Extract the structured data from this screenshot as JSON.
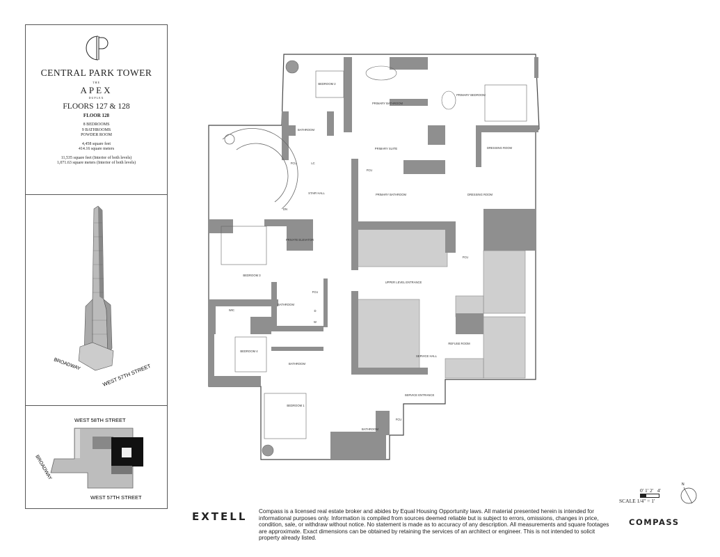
{
  "header": {
    "building": "CENTRAL PARK TOWER",
    "the": "THE",
    "apex": "APEX",
    "duplex": "DUPLEX",
    "floors": "FLOORS 127 & 128",
    "floor": "FLOOR 128",
    "bedrooms": "8 BEDROOMS",
    "bathrooms": "9 BATHROOMS",
    "powder": "POWDER ROOM",
    "sqft": "4,458 square feet",
    "sqm": "414.16 square meters",
    "total_sqft": "11,535 square feet (Interior of both levels)",
    "total_sqm": "1,071.63 square meters (Interior of both levels)",
    "logo": "CP"
  },
  "tower_labels": {
    "broadway": "BROADWAY",
    "street": "WEST 57TH STREET"
  },
  "site_plan": {
    "north": "WEST 58TH STREET",
    "south": "WEST 57TH STREET",
    "west": "BROADWAY"
  },
  "rooms": {
    "bedroom2": "BEDROOM 2",
    "primary_bath_top": "PRIMARY BATHROOM",
    "primary_bedroom": "PRIMARY BEDROOM",
    "bath_left": "BATHROOM",
    "primary_suite": "PRIMARY SUITE",
    "dressing_upper": "DRESSING ROOM",
    "fcu1": "FCU",
    "lc": "LC",
    "fcu2": "FCU",
    "stair_hall": "STAIR HALL",
    "dn": "DN",
    "primary_bath_lower": "PRIMARY BATHROOM",
    "dressing_lower": "DRESSING ROOM",
    "private_elevator": "PRIVATE ELEVATOR",
    "fcu3": "FCU",
    "bedroom3": "BEDROOM 3",
    "upper_entrance": "UPPER LEVEL ENTRANCE",
    "fcu4": "FCU",
    "bath3": "BATHROOM",
    "d": "D",
    "w": "W",
    "wic": "WIC",
    "refuse": "REFUSE ROOM",
    "bedroom4": "BEDROOM 4",
    "service_hall": "SERVICE HALL",
    "bath4": "BATHROOM",
    "bedroom1": "BEDROOM 1",
    "service_entrance": "SERVICE ENTRANCE",
    "bath1": "BATHROOM",
    "fcu5": "FCU"
  },
  "scale": {
    "ticks": "0' 1' 2'   4'",
    "label": "SCALE 1/4\" = 1'",
    "north": "N"
  },
  "footer": {
    "extell": "EXTELL",
    "compass": "COMPASS",
    "disclaimer": "Compass is a licensed real estate broker and abides by Equal Housing Opportunity laws. All material presented herein is intended for informational purposes only. Information is compiled from sources deemed reliable but is subject to errors, omissions, changes in price, condition, sale, or withdraw without notice. No statement is made as to accuracy of any description. All measurements and square footages are approximate. Exact dimensions can be obtained by retaining the services of an architect or engineer. This is not intended to solicit property already listed."
  },
  "colors": {
    "wall": "#8f8f8f",
    "core": "#cfcfcf",
    "line": "#444444"
  }
}
